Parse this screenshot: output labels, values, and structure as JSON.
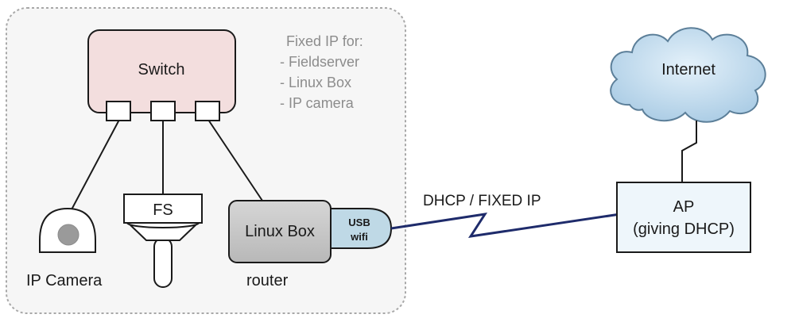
{
  "diagram": {
    "switch_label": "Switch",
    "fixed_ip": {
      "heading": "Fixed IP for:",
      "items": [
        "- Fieldserver",
        "- Linux Box",
        "- IP camera"
      ]
    },
    "fs_label": "FS",
    "ip_camera_label": "IP Camera",
    "linux_box_label": "Linux Box",
    "usb_wifi_line1": "USB",
    "usb_wifi_line2": "wifi",
    "router_label": "router",
    "link_label": "DHCP / FIXED IP",
    "ap_line1": "AP",
    "ap_line2": "(giving DHCP)",
    "internet_label": "Internet",
    "colors": {
      "switch_fill": "#f3dede",
      "linux_box_fill": "#c8c8c8",
      "usb_wifi_fill": "#bfd9e6",
      "ap_fill": "#eef6fb",
      "cloud_fill": "#b9d7ec",
      "wireless_link": "#1e2b6b"
    }
  }
}
